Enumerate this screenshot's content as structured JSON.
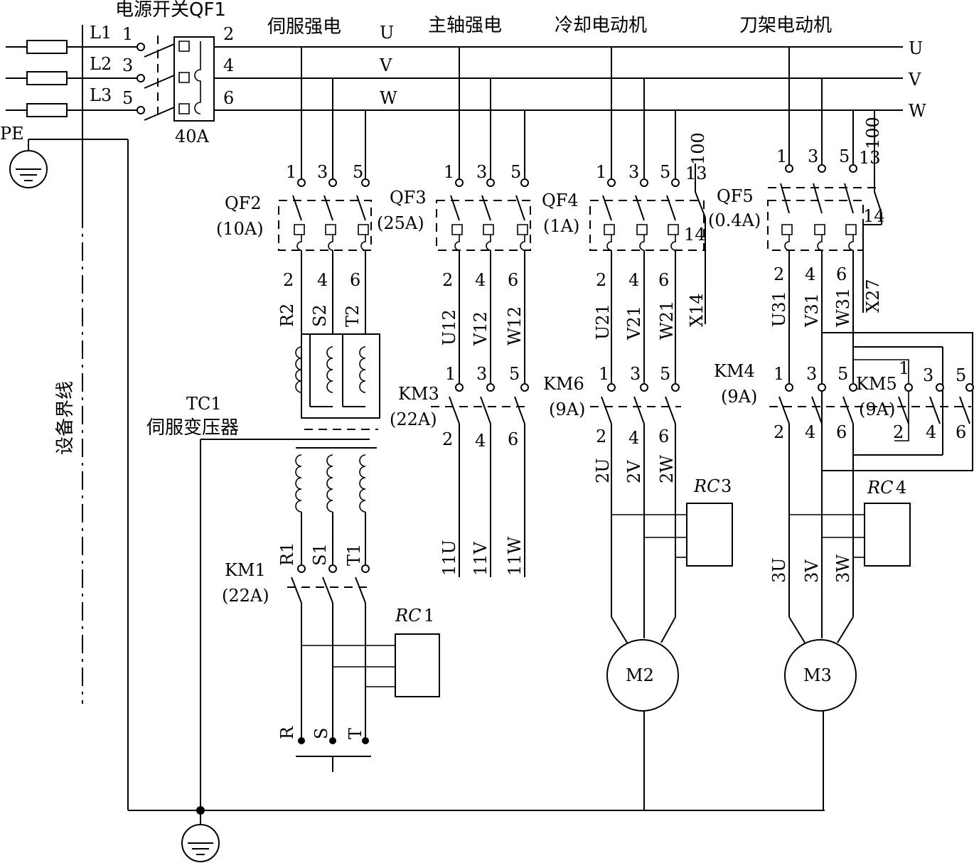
{
  "header": {
    "main_switch": "电源开关QF1",
    "servo_power": "伺服强电",
    "spindle_power": "主轴强电",
    "coolant_motor": "冷却电动机",
    "turret_motor": "刀架电动机"
  },
  "supply": {
    "lines": [
      "L1",
      "L2",
      "L3"
    ],
    "input_terms": [
      "1",
      "3",
      "5"
    ],
    "output_terms": [
      "2",
      "4",
      "6"
    ],
    "rating": "40A",
    "pe": "PE",
    "bus_labels_top": [
      "U",
      "V",
      "W"
    ],
    "bus_labels_right": [
      "U",
      "V",
      "W"
    ],
    "equipment_boundary": "设备界线"
  },
  "servo": {
    "breaker_name": "QF2",
    "breaker_rating": "(10A)",
    "in_terms": [
      "1",
      "3",
      "5"
    ],
    "out_terms": [
      "2",
      "4",
      "6"
    ],
    "wires": [
      "R2",
      "S2",
      "T2"
    ],
    "transformer_name": "TC1",
    "transformer_desc": "伺服变压器",
    "secondary": [
      "R1",
      "S1",
      "T1"
    ],
    "contactor_name": "KM1",
    "contactor_rating": "(22A)",
    "rc": "RC",
    "rc_num": "1",
    "outputs": [
      "R",
      "S",
      "T"
    ]
  },
  "spindle": {
    "breaker_name": "QF3",
    "breaker_rating": "(25A)",
    "in_terms": [
      "1",
      "3",
      "5"
    ],
    "out_terms": [
      "2",
      "4",
      "6"
    ],
    "wires": [
      "U12",
      "V12",
      "W12"
    ],
    "contactor_name": "KM3",
    "contactor_rating": "(22A)",
    "km_in": [
      "1",
      "3",
      "5"
    ],
    "km_out": [
      "2",
      "4",
      "6"
    ],
    "outputs": [
      "11U",
      "11V",
      "11W"
    ]
  },
  "coolant": {
    "breaker_name": "QF4",
    "breaker_rating": "(1A)",
    "in_terms": [
      "1",
      "3",
      "5"
    ],
    "aux_terms": [
      "13",
      "14",
      "100"
    ],
    "out_terms": [
      "2",
      "4",
      "6"
    ],
    "wires": [
      "U21",
      "V21",
      "W21",
      "X14"
    ],
    "contactor_name": "KM6",
    "contactor_rating": "(9A)",
    "km_in": [
      "1",
      "3",
      "5"
    ],
    "km_out": [
      "2",
      "4",
      "6"
    ],
    "motor_wires": [
      "2U",
      "2V",
      "2W"
    ],
    "rc": "RC",
    "rc_num": "3",
    "motor": "M2"
  },
  "turret": {
    "breaker_name": "QF5",
    "breaker_rating": "(0.4A)",
    "in_terms": [
      "1",
      "3",
      "5"
    ],
    "aux_terms": [
      "13",
      "14",
      "100"
    ],
    "out_terms": [
      "2",
      "4",
      "6"
    ],
    "wires": [
      "U31",
      "V31",
      "W31",
      "X27"
    ],
    "contactor_a_name": "KM4",
    "contactor_a_rating": "(9A)",
    "contactor_b_name": "KM5",
    "contactor_b_rating": "(9A)",
    "km_in": [
      "1",
      "3",
      "5"
    ],
    "km_out": [
      "2",
      "4",
      "6"
    ],
    "motor_wires": [
      "3U",
      "3V",
      "3W"
    ],
    "rc": "RC",
    "rc_num": "4",
    "motor": "M3"
  }
}
